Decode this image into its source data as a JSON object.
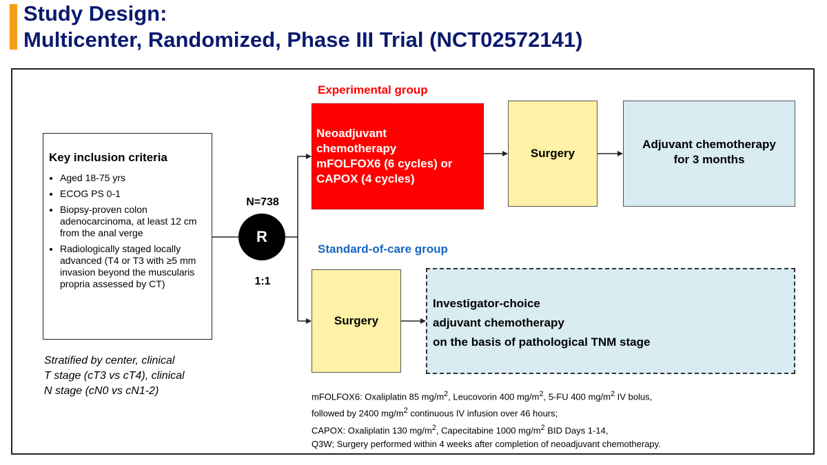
{
  "header": {
    "title_line1": "Study Design:",
    "title_line2": "Multicenter, Randomized, Phase III Trial (NCT02572141)",
    "accent_color": "#f59e1b",
    "title_color": "#0a1a6e"
  },
  "criteria": {
    "heading": "Key inclusion criteria",
    "items": [
      "Aged 18-75 yrs",
      "ECOG PS 0-1",
      "Biopsy-proven colon adenocarcinoma, at least 12 cm from the anal verge",
      "Radiologically staged locally advanced (T4 or T3 with ≥5 mm invasion beyond the muscularis propria assessed by CT)"
    ]
  },
  "stratification": "Stratified by center, clinical\nT stage (cT3 vs cT4), clinical\nN stage (cN0 vs cN1-2)",
  "randomization": {
    "n_label": "N=738",
    "symbol": "R",
    "ratio": "1:1"
  },
  "experimental": {
    "label": "Experimental group",
    "label_color": "#ff0000",
    "neo_lines": [
      "Neoadjuvant",
      "chemotherapy",
      "mFOLFOX6 (6 cycles) or",
      "CAPOX (4 cycles)"
    ],
    "surgery": "Surgery",
    "adjuvant_lines": [
      "Adjuvant chemotherapy",
      "for 3 months"
    ]
  },
  "standard": {
    "label": "Standard-of-care group",
    "label_color": "#1565c0",
    "surgery": "Surgery",
    "investigator_lines": [
      "Investigator-choice",
      "adjuvant chemotherapy",
      "on the basis of pathological TNM stage"
    ]
  },
  "footnote": {
    "line1_a": "mFOLFOX6: Oxaliplatin 85 mg/m",
    "line1_b": ", Leucovorin 400 mg/m",
    "line1_c": ", 5-FU 400 mg/m",
    "line1_d": " IV bolus,",
    "line2_a": "followed by 2400 mg/m",
    "line2_b": " continuous IV infusion over 46 hours;",
    "line3_a": "CAPOX: Oxaliplatin 130 mg/m",
    "line3_b": ", Capecitabine 1000 mg/m",
    "line3_c": " BID Days 1-14,",
    "line4": "Q3W; Surgery performed within 4 weeks after completion of neoadjuvant chemotherapy.",
    "superscript": "2"
  }
}
